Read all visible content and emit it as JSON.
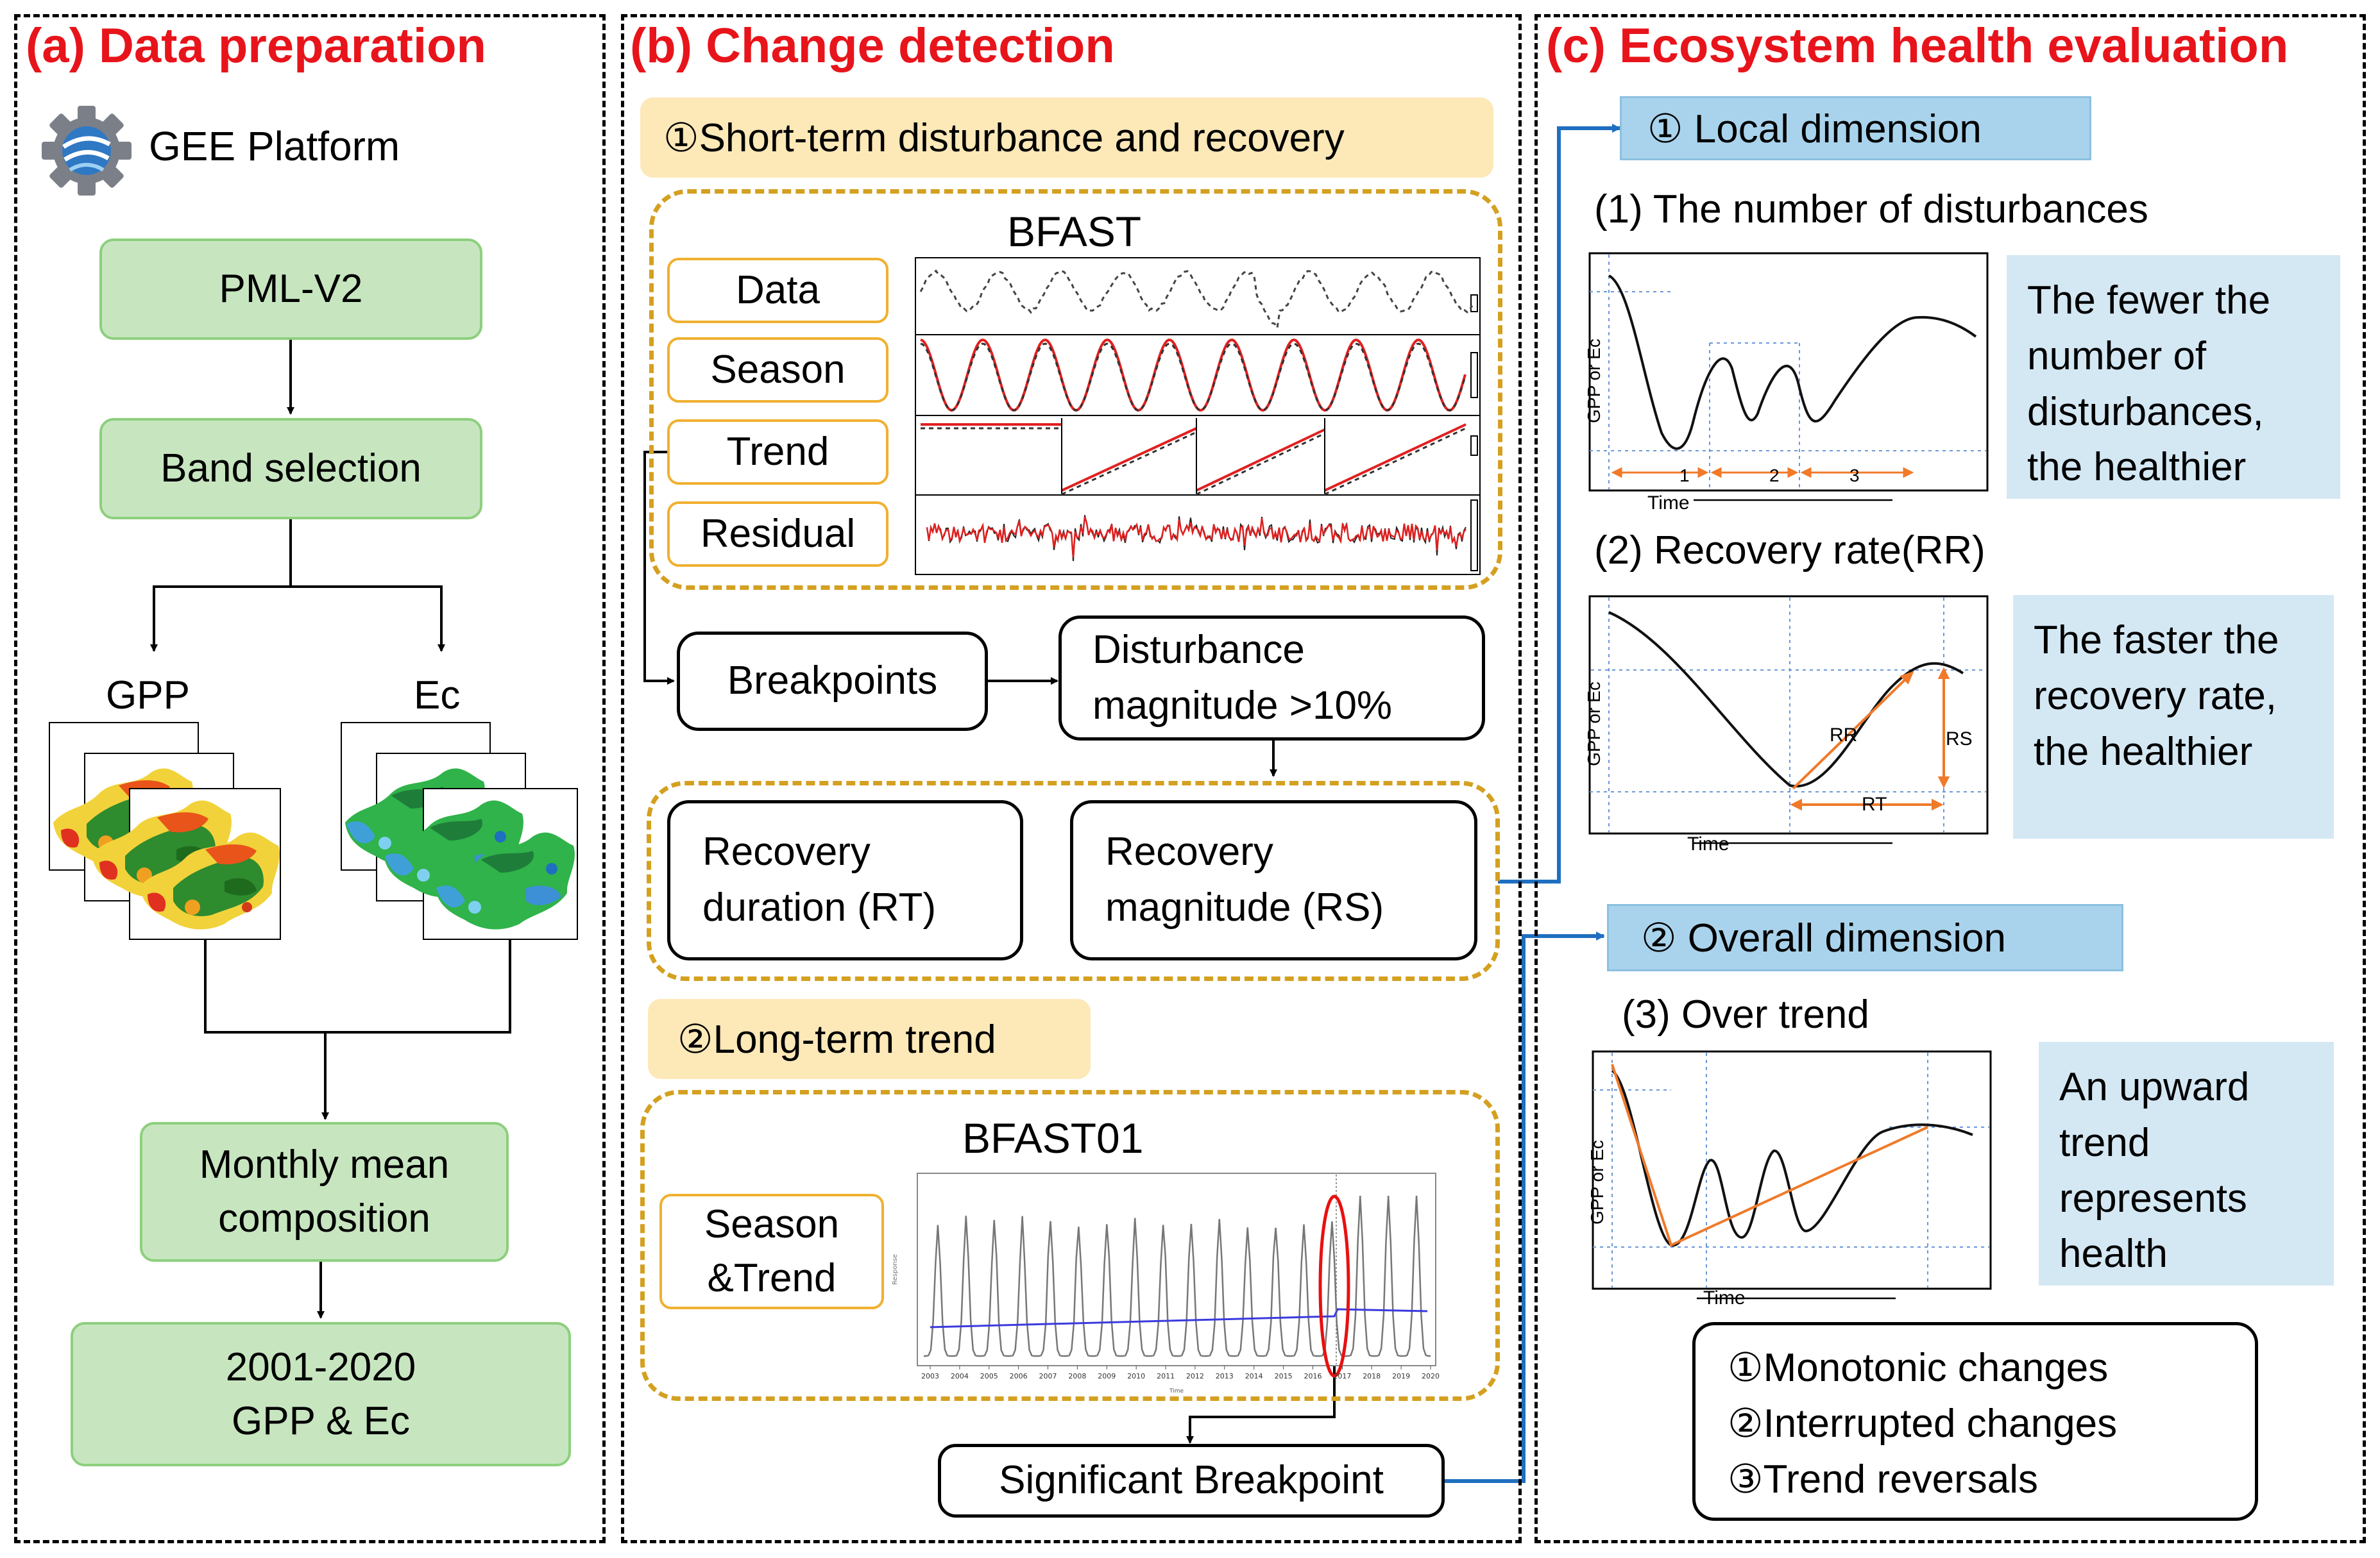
{
  "panels": {
    "a": {
      "title": "(a) Data preparation",
      "platform": "GEE Platform",
      "pml": "PML-V2",
      "band": "Band selection",
      "gpp": "GPP",
      "ec": "Ec",
      "monthly": "Monthly mean\ncomposition",
      "years": "2001-2020\nGPP & Ec"
    },
    "b": {
      "title": "(b) Change detection",
      "short_term": "①Short-term disturbance and recovery",
      "bfast": "BFAST",
      "components": [
        "Data",
        "Season",
        "Trend",
        "Residual"
      ],
      "breakpoints": "Breakpoints",
      "disturbance": "Disturbance\nmagnitude >10%",
      "recovery_duration": "Recovery\nduration (RT)",
      "recovery_magnitude": "Recovery\nmagnitude (RS)",
      "long_term": "②Long-term trend",
      "bfast01": "BFAST01",
      "season_trend": "Season\n&Trend",
      "significant": "Significant Breakpoint",
      "years": [
        "2003",
        "2004",
        "2005",
        "2006",
        "2007",
        "2008",
        "2009",
        "2010",
        "2011",
        "2012",
        "2013",
        "2014",
        "2015",
        "2016",
        "2017",
        "2018",
        "2019",
        "2020"
      ]
    },
    "c": {
      "title": "(c) Ecosystem health evaluation",
      "local": "① Local dimension",
      "item1": "(1) The number of disturbances",
      "note1": "The fewer the number of disturbances, the healthier",
      "item2": "(2) Recovery rate(RR)",
      "note2": "The faster the recovery rate, the healthier",
      "overall": "② Overall dimension",
      "item3": "(3) Over trend",
      "note3": "An upward trend represents health",
      "yaxis": "GPP or Ec",
      "xaxis": "Time",
      "counts": [
        "1",
        "2",
        "3"
      ],
      "rr": "RR",
      "rs": "RS",
      "rt": "RT",
      "changes": [
        "①Monotonic changes",
        "②Interrupted changes",
        "③Trend reversals"
      ]
    }
  },
  "colors": {
    "title_red": "#e8141b",
    "green_fill": "#c7e6c0",
    "yellow_fill": "#fde8b8",
    "dash_gold": "#d4a020",
    "blue_fill": "#a9d3ec",
    "light_blue": "#d4e8f4",
    "arrow_blue": "#1f6fc0",
    "orange": "#f07a2a"
  }
}
